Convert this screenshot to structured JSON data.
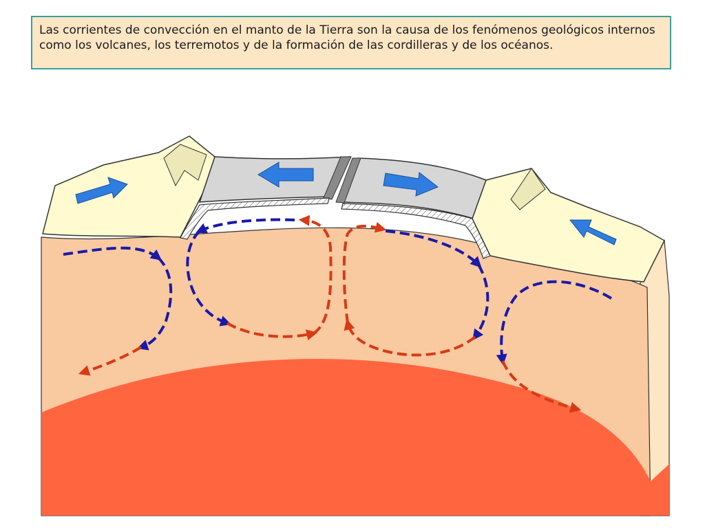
{
  "caption": {
    "text": "Las corrientes de convección en el manto de la Tierra son la causa de los fenómenos geológicos internos como los volcanes, los terremotos y de la formación de las cordilleras y de los océanos."
  },
  "colors": {
    "caption_bg": "#fde6c4",
    "caption_border": "#3a9e9e",
    "mantle": "#f9c9a0",
    "mantle_side": "#fde6c4",
    "core": "#ff6640",
    "continental_crust": "#fffad0",
    "oceanic_plate": "#d6d6d6",
    "plate_arrow": "#2f7de0",
    "cold_current": "#1a1aa8",
    "hot_current": "#d83a14"
  },
  "icons": {
    "plate_motion": "blue-block-arrow",
    "cold_current": "blue-dashed-arrow",
    "hot_current": "red-dashed-arrow"
  }
}
